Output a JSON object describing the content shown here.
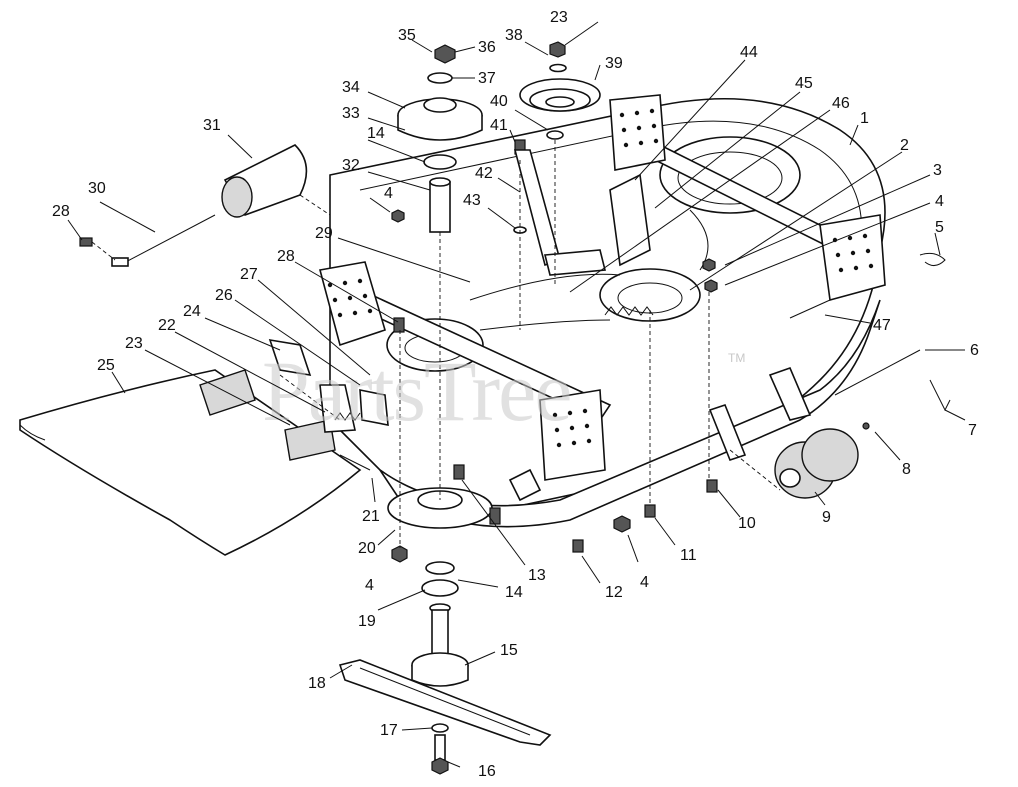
{
  "diagram": {
    "watermark": "PartsTree",
    "watermark_mark": "TM",
    "callouts": [
      {
        "id": "1",
        "label": "1"
      },
      {
        "id": "2",
        "label": "2"
      },
      {
        "id": "3",
        "label": "3"
      },
      {
        "id": "4a",
        "label": "4"
      },
      {
        "id": "4b",
        "label": "4"
      },
      {
        "id": "4c",
        "label": "4"
      },
      {
        "id": "4d",
        "label": "4"
      },
      {
        "id": "5",
        "label": "5"
      },
      {
        "id": "6",
        "label": "6"
      },
      {
        "id": "7",
        "label": "7"
      },
      {
        "id": "8",
        "label": "8"
      },
      {
        "id": "9",
        "label": "9"
      },
      {
        "id": "10",
        "label": "10"
      },
      {
        "id": "11",
        "label": "11"
      },
      {
        "id": "12",
        "label": "12"
      },
      {
        "id": "13",
        "label": "13"
      },
      {
        "id": "14a",
        "label": "14"
      },
      {
        "id": "14b",
        "label": "14"
      },
      {
        "id": "15",
        "label": "15"
      },
      {
        "id": "16",
        "label": "16"
      },
      {
        "id": "17",
        "label": "17"
      },
      {
        "id": "18",
        "label": "18"
      },
      {
        "id": "19",
        "label": "19"
      },
      {
        "id": "20",
        "label": "20"
      },
      {
        "id": "21",
        "label": "21"
      },
      {
        "id": "22",
        "label": "22"
      },
      {
        "id": "23a",
        "label": "23"
      },
      {
        "id": "23b",
        "label": "23"
      },
      {
        "id": "24",
        "label": "24"
      },
      {
        "id": "25",
        "label": "25"
      },
      {
        "id": "26",
        "label": "26"
      },
      {
        "id": "27",
        "label": "27"
      },
      {
        "id": "28a",
        "label": "28"
      },
      {
        "id": "28b",
        "label": "28"
      },
      {
        "id": "29",
        "label": "29"
      },
      {
        "id": "30",
        "label": "30"
      },
      {
        "id": "31",
        "label": "31"
      },
      {
        "id": "32",
        "label": "32"
      },
      {
        "id": "33",
        "label": "33"
      },
      {
        "id": "34",
        "label": "34"
      },
      {
        "id": "35",
        "label": "35"
      },
      {
        "id": "36",
        "label": "36"
      },
      {
        "id": "37",
        "label": "37"
      },
      {
        "id": "38",
        "label": "38"
      },
      {
        "id": "39",
        "label": "39"
      },
      {
        "id": "40",
        "label": "40"
      },
      {
        "id": "41",
        "label": "41"
      },
      {
        "id": "42",
        "label": "42"
      },
      {
        "id": "43",
        "label": "43"
      },
      {
        "id": "44",
        "label": "44"
      },
      {
        "id": "45",
        "label": "45"
      },
      {
        "id": "46",
        "label": "46"
      },
      {
        "id": "47",
        "label": "47"
      }
    ]
  }
}
